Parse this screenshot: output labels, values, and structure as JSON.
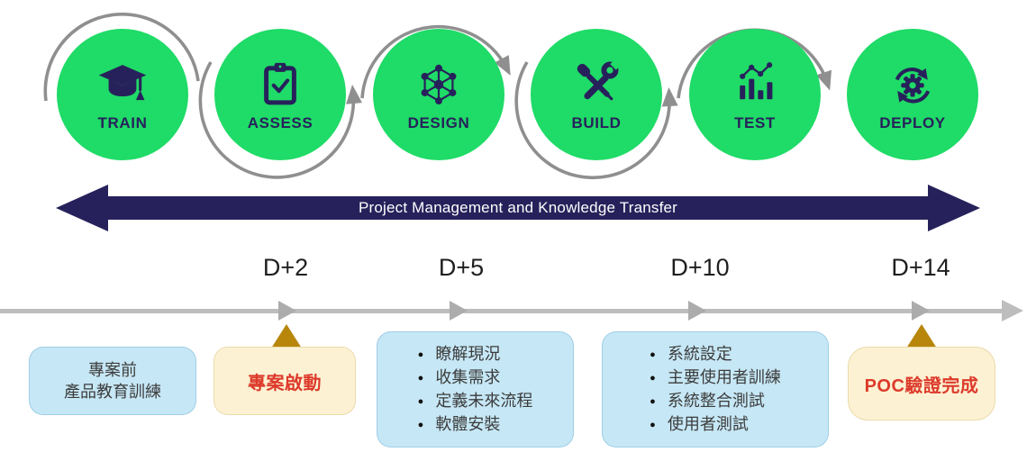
{
  "stages": [
    {
      "label": "TRAIN",
      "icon": "graduation-cap-icon"
    },
    {
      "label": "ASSESS",
      "icon": "clipboard-check-icon"
    },
    {
      "label": "DESIGN",
      "icon": "network-icon"
    },
    {
      "label": "BUILD",
      "icon": "tools-icon"
    },
    {
      "label": "TEST",
      "icon": "bar-chart-icon"
    },
    {
      "label": "DEPLOY",
      "icon": "sync-gear-icon"
    }
  ],
  "banner": {
    "text": "Project Management and Knowledge Transfer"
  },
  "timeline": {
    "milestones": [
      {
        "label": "D+2"
      },
      {
        "label": "D+5"
      },
      {
        "label": "D+10"
      },
      {
        "label": "D+14"
      }
    ]
  },
  "callouts": {
    "pre_project": {
      "line1": "專案前",
      "line2": "產品教育訓練"
    },
    "kickoff": {
      "text": "專案啟動"
    },
    "d5_tasks": {
      "items": [
        "瞭解現況",
        "收集需求",
        "定義未來流程",
        "軟體安裝"
      ]
    },
    "d10_tasks": {
      "items": [
        "系統設定",
        "主要使用者訓練",
        "系統整合測試",
        "使用者測試"
      ]
    },
    "poc_done": {
      "text": "POC驗證完成"
    }
  },
  "colors": {
    "green": "#1FDB67",
    "navy": "#27215B",
    "arc_gray": "#8F8F8F",
    "line_gray": "#BDBDBD",
    "marker_gray": "#ACACAC",
    "light_blue": "#C6E7F5",
    "cream": "#FCF2D3",
    "red": "#DD3A2B",
    "gold": "#B8860B",
    "text_dark": "#3C3C3C"
  }
}
